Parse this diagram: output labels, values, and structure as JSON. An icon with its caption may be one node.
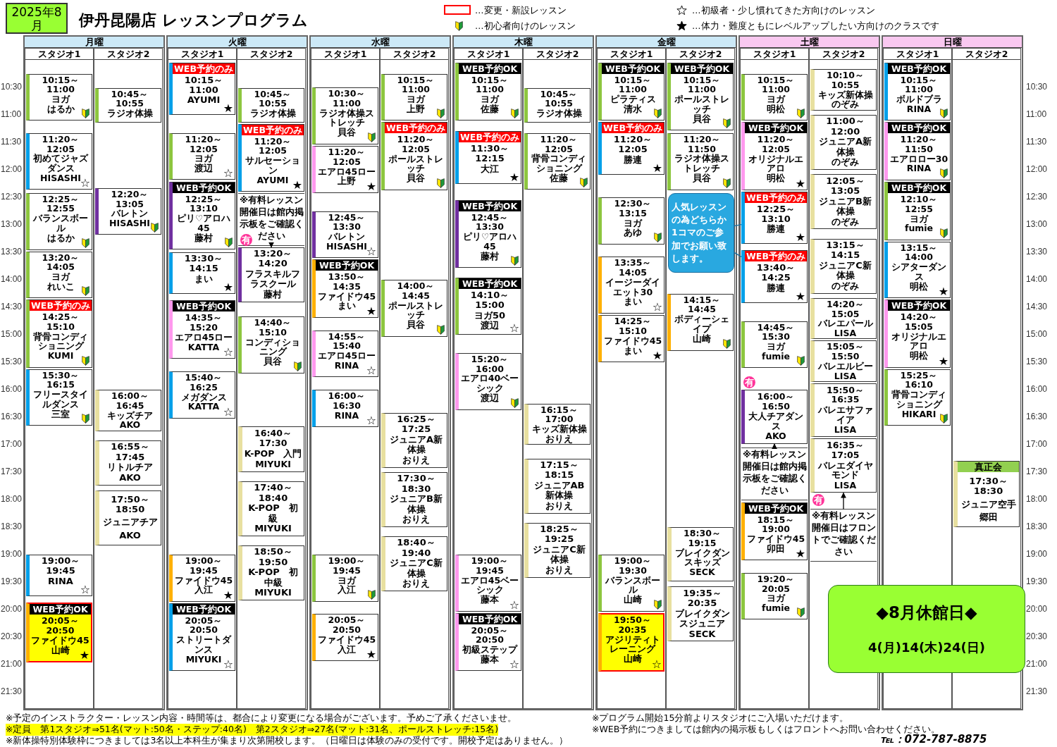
{
  "diagram": {
    "title": "伊丹昆陽店 レッスンプログラム",
    "nodes": [
      {
        "text": [
          "月曜"
        ]
      },
      {
        "text": [
          "スタジオ1"
        ],
        "in": 0
      },
      {
        "text": [
          "10:15～11:00",
          "ヨガ",
          "はるか"
        ],
        "in": 1
      },
      {
        "text": [
          "11:20～12:05",
          "初めてジャズダンス",
          "HISASHI",
          "☆"
        ],
        "in": 1
      },
      {
        "text": [
          "12:25～12:55",
          "バランスボール",
          "はるか"
        ],
        "in": 1
      },
      {
        "text": [
          "13:20～14:05",
          "ヨガ",
          "れいこ"
        ],
        "in": 1
      },
      {
        "text": [
          "WEB予約のみ",
          "14:25～15:10",
          "背骨コンディショニング",
          "KUMI"
        ],
        "in": 1
      },
      {
        "text": [
          "15:30～16:15",
          "フリースタイルダンス",
          "三室"
        ],
        "in": 1
      },
      {
        "text": [
          "19:00～19:45",
          "RINA",
          "☆"
        ],
        "in": 1
      },
      {
        "text": [
          "WEB予約OK",
          "20:05～20:50",
          "ファイドウ45",
          "山崎",
          "★"
        ],
        "in": 1
      },
      {
        "text": [
          "スタジオ2"
        ],
        "in": 0
      },
      {
        "text": [
          "10:45～10:55",
          "ラジオ体操"
        ],
        "in": 10
      },
      {
        "text": [
          "12:20～13:05",
          "バレトン",
          "HISASHI"
        ],
        "in": 10
      },
      {
        "text": [
          "16:00～16:45",
          "キッズチア",
          "AKO"
        ],
        "in": 10
      },
      {
        "text": [
          "16:55～17:45",
          "リトルチア",
          "AKO"
        ],
        "in": 10
      },
      {
        "text": [
          "17:50～18:50",
          "ジュニアチア",
          "AKO"
        ],
        "in": 10
      },
      {
        "text": [
          "火曜"
        ]
      },
      {
        "text": [
          "スタジオ1"
        ],
        "in": 16
      },
      {
        "text": [
          "WEB予約のみ",
          "10:15～11:00",
          "AYUMI",
          "★"
        ],
        "in": 17
      },
      {
        "text": [
          "11:20～12:05",
          "ヨガ",
          "渡辺",
          "☆"
        ],
        "in": 17
      },
      {
        "text": [
          "WEB予約OK",
          "12:25～13:10",
          "ピリ♡アロハ45",
          "藤村"
        ],
        "in": 17
      },
      {
        "text": [
          "13:30～14:15",
          "まい",
          "★"
        ],
        "in": 17
      },
      {
        "text": [
          "WEB予約OK",
          "14:35～15:20",
          "エアロ45ロー",
          "KATTA",
          "☆"
        ],
        "in": 17
      },
      {
        "text": [
          "15:40～16:25",
          "メガダンス",
          "KATTA",
          "☆"
        ],
        "in": 17
      },
      {
        "text": [
          "19:00～19:45",
          "ファイドウ45",
          "入江",
          "★"
        ],
        "in": 17
      },
      {
        "text": [
          "WEB予約OK",
          "20:05～20:50",
          "ストリートダンス",
          "MIYUKI",
          "☆"
        ],
        "in": 17
      },
      {
        "text": [
          "スタジオ2"
        ],
        "in": 16
      },
      {
        "text": [
          "10:45～10:55",
          "ラジオ体操"
        ],
        "in": 26
      },
      {
        "text": [
          "WEB予約のみ",
          "11:20～12:05",
          "サルセーション",
          "AYUMI",
          "★"
        ],
        "in": 26
      },
      {
        "text": [
          "※有料レッスン開催日は館内掲示板をご確認ください"
        ],
        "in": 26
      },
      {
        "text": [
          "13:20～14:20",
          "フラスキルフラスクール",
          "藤村"
        ],
        "beside": [
          "有"
        ],
        "in": 26
      },
      {
        "text": [
          "14:40～15:10",
          "コンディショニング",
          "貝谷"
        ],
        "in": 26
      },
      {
        "text": [
          "16:40～17:30",
          "K-POP　入門",
          "MIYUKI"
        ],
        "in": 26
      },
      {
        "text": [
          "17:40～18:40",
          "K-POP　初級",
          "MIYUKI"
        ],
        "in": 26
      },
      {
        "text": [
          "18:50～19:50",
          "K-POP　初中級",
          "MIYUKI"
        ],
        "in": 26
      },
      {
        "text": [
          "水曜"
        ]
      },
      {
        "text": [
          "スタジオ1"
        ],
        "in": 35
      },
      {
        "text": [
          "10:30～11:00",
          "ラジオ体操ストレッチ",
          "貝谷"
        ],
        "in": 36
      },
      {
        "text": [
          "11:20～12:05",
          "エアロ45ロー",
          "上野",
          "★"
        ],
        "in": 36
      },
      {
        "text": [
          "12:45～13:30",
          "バレトン",
          "HISASHI",
          "☆"
        ],
        "in": 36
      },
      {
        "text": [
          "WEB予約OK",
          "13:50～14:35",
          "ファイドウ45",
          "まい",
          "★"
        ],
        "in": 36
      },
      {
        "text": [
          "14:55～15:40",
          "エアロ45ロー",
          "RINA",
          "☆"
        ],
        "in": 36
      },
      {
        "text": [
          "16:00～16:30",
          "RINA",
          "☆"
        ],
        "in": 36
      },
      {
        "text": [
          "19:00～19:45",
          "ヨガ",
          "入江"
        ],
        "in": 36
      },
      {
        "text": [
          "20:05～20:50",
          "ファイドウ45",
          "入江",
          "★"
        ],
        "in": 36
      },
      {
        "text": [
          "スタジオ2"
        ],
        "in": 35
      },
      {
        "text": [
          "10:15～11:00",
          "ヨガ",
          "上野"
        ],
        "in": 45
      },
      {
        "text": [
          "WEB予約のみ",
          "11:20～12:05",
          "ポールストレッチ",
          "貝谷"
        ],
        "in": 45
      },
      {
        "text": [
          "14:00～14:45",
          "ポールストレッチ",
          "貝谷"
        ],
        "in": 45
      },
      {
        "text": [
          "16:25～17:25",
          "ジュニアA新体操",
          "おりえ"
        ],
        "in": 45
      },
      {
        "text": [
          "17:30～18:30",
          "ジュニアB新体操",
          "おりえ"
        ],
        "in": 45
      },
      {
        "text": [
          "18:40～19:40",
          "ジュニアC新体操",
          "おりえ"
        ],
        "in": 45
      },
      {
        "text": [
          "木曜"
        ]
      },
      {
        "text": [
          "スタジオ1"
        ],
        "in": 52
      },
      {
        "text": [
          "WEB予約OK",
          "10:15～11:00",
          "ヨガ",
          "佐藤"
        ],
        "in": 53
      },
      {
        "text": [
          "WEB予約のみ",
          "11:30～12:15",
          "大江",
          "★"
        ],
        "in": 53
      },
      {
        "text": [
          "WEB予約OK",
          "12:45～13:30",
          "ピリ♡アロハ45",
          "藤村"
        ],
        "in": 53
      },
      {
        "text": [
          "WEB予約OK",
          "14:10～15:00",
          "ヨガ50",
          "渡辺",
          "☆"
        ],
        "in": 53
      },
      {
        "text": [
          "15:20～16:00",
          "エアロ40ベーシック",
          "渡辺"
        ],
        "in": 53
      },
      {
        "text": [
          "19:00～19:45",
          "エアロ45ベーシック",
          "藤本",
          "☆"
        ],
        "in": 53
      },
      {
        "text": [
          "WEB予約OK",
          "20:05～20:50",
          "初級ステップ",
          "藤本",
          "☆"
        ],
        "in": 53
      },
      {
        "text": [
          "スタジオ2"
        ],
        "in": 52
      },
      {
        "text": [
          "10:45～10:55",
          "ラジオ体操"
        ],
        "in": 61
      },
      {
        "text": [
          "11:20～12:05",
          "背骨コンディショニング",
          "佐藤"
        ],
        "in": 61
      },
      {
        "text": [
          "16:15～17:00",
          "キッズ新体操",
          "おりえ"
        ],
        "in": 61
      },
      {
        "text": [
          "17:15～18:15",
          "ジュニアAB新体操",
          "おりえ"
        ],
        "in": 61
      },
      {
        "text": [
          "18:25～19:25",
          "ジュニアC新体操",
          "おりえ"
        ],
        "in": 61
      },
      {
        "text": [
          "金曜"
        ]
      },
      {
        "text": [
          "スタジオ1"
        ],
        "in": 67
      },
      {
        "text": [
          "WEB予約OK",
          "10:15～11:00",
          "ピラティス",
          "清水"
        ],
        "in": 68
      },
      {
        "text": [
          "WEB予約のみ",
          "11:20～12:05",
          "勝連",
          "★"
        ],
        "in": 68
      },
      {
        "text": [
          "12:30～13:15",
          "ヨガ",
          "あゆ"
        ],
        "in": 68
      },
      {
        "text": [
          "13:35～14:05",
          "イージーダイエット30",
          "まい",
          "☆"
        ],
        "in": 68
      },
      {
        "text": [
          "14:25～15:10",
          "ファイドウ45",
          "まい",
          "★"
        ],
        "in": 68
      },
      {
        "text": [
          "19:00～19:30",
          "バランスボール",
          "山崎"
        ],
        "in": 68
      },
      {
        "text": [
          "19:50～20:35",
          "アジリティトレーニング",
          "山崎",
          "☆"
        ],
        "in": 68
      },
      {
        "text": [
          "スタジオ2"
        ],
        "in": 67
      },
      {
        "text": [
          "WEB予約OK",
          "10:15～11:00",
          "ポールストレッチ",
          "貝谷"
        ],
        "in": 76
      },
      {
        "text": [
          "11:20～11:50",
          "ラジオ体操ストレッチ",
          "貝谷"
        ],
        "in": 76
      },
      {
        "text": [
          "14:15～14:45",
          "ボディーシェイプ",
          "山崎"
        ],
        "in": 76
      },
      {
        "text": [
          "18:30～19:15",
          "ブレイクダンスキッズ",
          "SECK"
        ],
        "in": 76
      },
      {
        "text": [
          "19:35～20:35",
          "ブレイクダンスジュニア",
          "SECK"
        ],
        "in": 76
      },
      {
        "text": [
          "土曜"
        ]
      },
      {
        "text": [
          "スタジオ1"
        ],
        "in": 82
      },
      {
        "text": [
          "10:15～11:00",
          "ヨガ",
          "明松"
        ],
        "in": 83
      },
      {
        "text": [
          "WEB予約OK",
          "11:20～12:05",
          "オリジナルエアロ",
          "明松",
          "★"
        ],
        "in": 83
      },
      {
        "text": [
          "WEB予約のみ",
          "12:25～13:10",
          "勝連",
          "★"
        ],
        "in": 83
      },
      {
        "text": [
          "WEB予約のみ",
          "13:40～14:25",
          "勝連",
          "★"
        ],
        "in": 83
      },
      {
        "text": [
          "14:45～15:30",
          "ヨガ",
          "fumie"
        ],
        "in": 83
      },
      {
        "text": [
          "16:00～16:50",
          "大人チアダンス",
          "AKO"
        ],
        "beside": [
          "有"
        ],
        "in": 83
      },
      {
        "text": [
          "※有料レッスン開催日は館内掲示板をご確認ください"
        ],
        "in": 83
      },
      {
        "text": [
          "WEB予約OK",
          "18:15～19:00",
          "ファイドウ45",
          "卯田",
          "★"
        ],
        "in": 83
      },
      {
        "text": [
          "19:20～20:05",
          "ヨガ",
          "fumie"
        ],
        "in": 83
      },
      {
        "text": [
          "スタジオ2"
        ],
        "in": 82
      },
      {
        "text": [
          "10:10～10:55",
          "キッズ新体操",
          "のぞみ"
        ],
        "in": 93
      },
      {
        "text": [
          "11:00～12:00",
          "ジュニアA新体操",
          "のぞみ"
        ],
        "in": 93
      },
      {
        "text": [
          "12:05～13:05",
          "ジュニアB新体操",
          "のぞみ"
        ],
        "in": 93
      },
      {
        "text": [
          "13:15～14:15",
          "ジュニアC新体操",
          "のぞみ"
        ],
        "in": 93
      },
      {
        "text": [
          "14:20～15:05",
          "バレエパール",
          "LISA"
        ],
        "in": 93
      },
      {
        "text": [
          "15:05～15:50",
          "バレエルビー",
          "LISA"
        ],
        "in": 93
      },
      {
        "text": [
          "15:50～16:35",
          "バレエサファイア",
          "LISA"
        ],
        "in": 93
      },
      {
        "text": [
          "16:35～17:05",
          "バレエダイヤモンド",
          "LISA"
        ],
        "beside": [
          "有"
        ],
        "in": 93
      },
      {
        "text": [
          "※有料レッスン開催日はフロントでご確認ください"
        ],
        "in": 93
      },
      {
        "text": [
          "日曜"
        ]
      },
      {
        "text": [
          "スタジオ1"
        ],
        "in": 103
      },
      {
        "text": [
          "WEB予約OK",
          "10:15～11:00",
          "ボルドブラ",
          "RINA"
        ],
        "in": 104
      },
      {
        "text": [
          "WEB予約OK",
          "11:20～11:50",
          "エアロロー30",
          "RINA"
        ],
        "in": 104
      },
      {
        "text": [
          "WEB予約OK",
          "12:10～12:55",
          "ヨガ",
          "fumie"
        ],
        "in": 104
      },
      {
        "text": [
          "13:15～14:00",
          "シアターダンス",
          "明松",
          "★"
        ],
        "in": 104
      },
      {
        "text": [
          "WEB予約OK",
          "14:20～15:05",
          "オリジナルエアロ",
          "明松",
          "★"
        ],
        "in": 104
      },
      {
        "text": [
          "15:25～16:10",
          "背骨コンディショニング",
          "HIKARI"
        ],
        "in": 104
      },
      {
        "text": [
          "スタジオ2"
        ],
        "in": 103
      },
      {
        "text": [
          "真正会",
          "17:30～18:30",
          "ジュニア空手",
          "郷田"
        ],
        "in": 111
      },
      {
        "text": [
          "人気レッスンの為どちらか1コマのご参加でお願い致します。"
        ],
        "in": 76
      },
      {
        "text": [
          "◆8月休館日◆",
          "4(月)14(木)24(日)"
        ]
      }
    ],
    "edges": [
      {
        "from": 29,
        "to": 30,
        "arrow": "to"
      },
      {
        "from": 113,
        "to": 86,
        "arrow": "none",
        "color": "#1a6fa0"
      },
      {
        "from": 113,
        "to": 87,
        "arrow": "none",
        "color": "#1a6fa0"
      },
      {
        "from": 90,
        "to": 89,
        "arrow": "to"
      },
      {
        "from": 102,
        "to": 101,
        "arrow": "to"
      }
    ],
    "labels": [
      "2025年8月",
      "10:30",
      "11:00",
      "11:30",
      "12:00",
      "12:30",
      "13:00",
      "13:30",
      "14:00",
      "14:30",
      "15:00",
      "15:30",
      "16:00",
      "16:30",
      "17:00",
      "17:30",
      "18:00",
      "18:30",
      "19:00",
      "19:30",
      "20:00",
      "20:30",
      "21:00",
      "21:30",
      "10:30",
      "11:00",
      "11:30",
      "12:00",
      "12:30",
      "13:00",
      "13:30",
      "14:00",
      "14:30",
      "15:00",
      "15:30",
      "16:00",
      "16:30",
      "17:00",
      "17:30",
      "18:00",
      "18:30",
      "19:00",
      "19:30",
      "20:00",
      "20:30",
      "21:00",
      "21:30",
      "※予定のインストラクター・レッスン内容・時間等は、都合により変更になる場合がございます。予めご了承くださいませ。",
      "※定員　第1スタジオ⇒51名(マット:50名・ステップ:40名)　第2スタジオ⇒27名(マット:31名、ポールストレッチ:15名)",
      "※プログラム開始15分前よりスタジオにご入場いただけます。",
      "※WEB予約につきましては館内の掲示板もしくはフロントへお問い合わせください。",
      "※新体操特別体験枠につきましては3名以上本科生が集まり次第開校します。（日曜日は体験のみの受付です。開校予定はありません。）",
      "℡：072-787-8875"
    ],
    "legend": [
      {
        "text": "…変更・新設レッスン"
      },
      {
        "text": "…初級者・少し慣れてきた方向けのレッスン"
      },
      {
        "text": "…初心者向けのレッスン"
      },
      {
        "text": "…体力・難度ともにレベルアップしたい方向けのクラスです"
      }
    ]
  }
}
